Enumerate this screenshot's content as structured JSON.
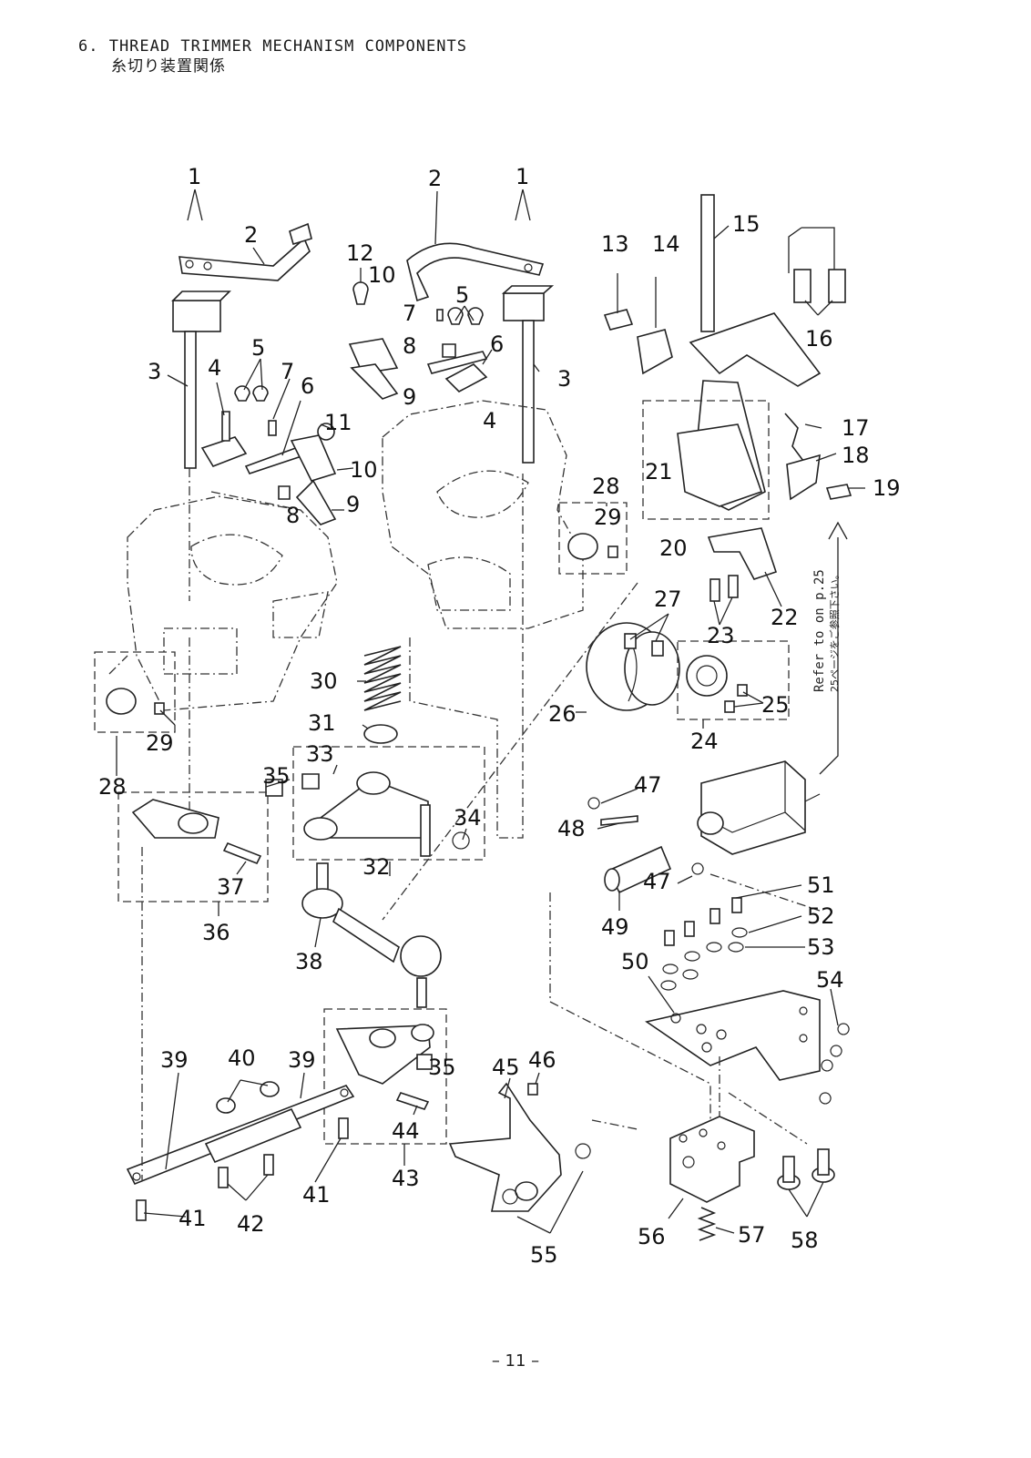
{
  "header": {
    "title": "6. THREAD TRIMMER MECHANISM COMPONENTS",
    "title_jp": "糸切り装置関係"
  },
  "reference_note": {
    "text": "Refer to on p.25",
    "text_jp": "25ページをご参照下さい。"
  },
  "page_number": "– 11 –",
  "callouts": [
    "1",
    "2",
    "3",
    "4",
    "5",
    "6",
    "7",
    "8",
    "9",
    "10",
    "11",
    "12",
    "13",
    "14",
    "15",
    "16",
    "17",
    "18",
    "19",
    "20",
    "21",
    "22",
    "23",
    "24",
    "25",
    "26",
    "27",
    "28",
    "29",
    "30",
    "31",
    "32",
    "33",
    "34",
    "35",
    "36",
    "37",
    "38",
    "39",
    "40",
    "41",
    "42",
    "43",
    "44",
    "45",
    "46",
    "47",
    "48",
    "49",
    "50",
    "51",
    "52",
    "53",
    "54",
    "55",
    "56",
    "57",
    "58"
  ]
}
